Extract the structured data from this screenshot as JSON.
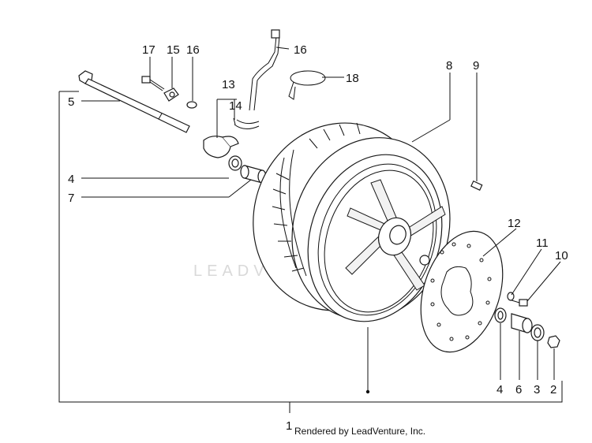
{
  "watermark": "LEADVENTURE",
  "credit": "Rendered by LeadVenture, Inc.",
  "callouts": [
    {
      "id": "1",
      "label": "1"
    },
    {
      "id": "2",
      "label": "2"
    },
    {
      "id": "3",
      "label": "3"
    },
    {
      "id": "4a",
      "label": "4"
    },
    {
      "id": "4b",
      "label": "4"
    },
    {
      "id": "5",
      "label": "5"
    },
    {
      "id": "6",
      "label": "6"
    },
    {
      "id": "7",
      "label": "7"
    },
    {
      "id": "8",
      "label": "8"
    },
    {
      "id": "9",
      "label": "9"
    },
    {
      "id": "10",
      "label": "10"
    },
    {
      "id": "11",
      "label": "11"
    },
    {
      "id": "12",
      "label": "12"
    },
    {
      "id": "13",
      "label": "13"
    },
    {
      "id": "14",
      "label": "14"
    },
    {
      "id": "15",
      "label": "15"
    },
    {
      "id": "16a",
      "label": "16"
    },
    {
      "id": "16b",
      "label": "16"
    },
    {
      "id": "17",
      "label": "17"
    },
    {
      "id": "18",
      "label": "18"
    }
  ]
}
